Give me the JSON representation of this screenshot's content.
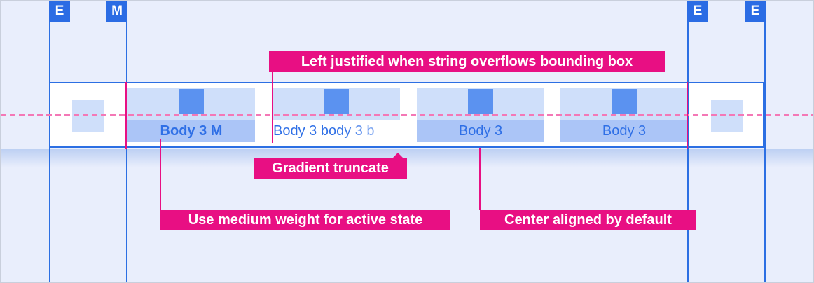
{
  "palette": {
    "background": "#e9eefc",
    "guide_blue": "#2c6fe3",
    "marker_blue": "#2b6ce4",
    "chip_light_blue": "#cfdffa",
    "chip_band_blue": "#abc5f7",
    "icon_square_blue": "#5b92f0",
    "tab_text_blue": "#2e6fe6",
    "annotation_magenta": "#e80f83",
    "dashed_line_pink": "#f478b6",
    "bar_background": "#ffffff"
  },
  "ruler_markers": [
    {
      "label": "E"
    },
    {
      "label": "M"
    },
    {
      "label": "E"
    },
    {
      "label": "E"
    }
  ],
  "tabbar": {
    "tabs": [
      {
        "label": "Body 3 M",
        "state": "active"
      },
      {
        "label": "Body 3 body 3 b",
        "state": "truncated"
      },
      {
        "label": "Body 3",
        "state": "default"
      },
      {
        "label": "Body 3",
        "state": "default"
      }
    ]
  },
  "annotations": {
    "overflow": "Left justified when string overflows bounding box",
    "gradient": "Gradient truncate",
    "active_weight": "Use medium weight for active state",
    "center_aligned": "Center aligned by default"
  }
}
